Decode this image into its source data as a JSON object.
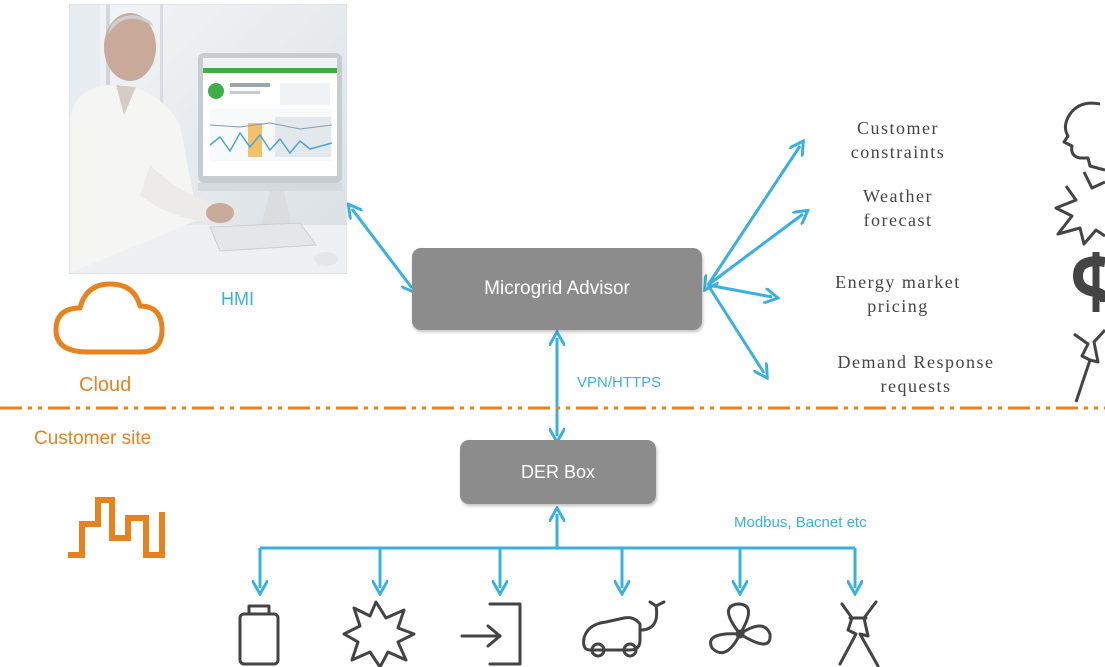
{
  "hmi": {
    "label": "HMI"
  },
  "advisor": {
    "label": "Microgrid Advisor"
  },
  "der": {
    "label": "DER Box"
  },
  "zones": {
    "cloud": "Cloud",
    "customer_site": "Customer site"
  },
  "links": {
    "vpn": "VPN/HTTPS",
    "modbus": "Modbus, Bacnet etc"
  },
  "external_inputs": [
    {
      "line1": "Customer",
      "line2": "constraints",
      "icon": "head-silhouette-icon"
    },
    {
      "line1": "Weather",
      "line2": "forecast",
      "icon": "sun-icon"
    },
    {
      "line1": "Energy market",
      "line2": "pricing",
      "icon": "dollar-icon"
    },
    {
      "line1": "Demand Response",
      "line2": "requests",
      "icon": "power-pylon-icon"
    }
  ],
  "devices": [
    "battery-icon",
    "solar-sun-icon",
    "grid-meter-icon",
    "ev-charger-icon",
    "wind-fan-icon",
    "pylon-icon"
  ],
  "colors": {
    "blue": "#3ab0e2",
    "orange": "#e8821e",
    "box": "#8c8c8c",
    "icon": "#444444"
  }
}
